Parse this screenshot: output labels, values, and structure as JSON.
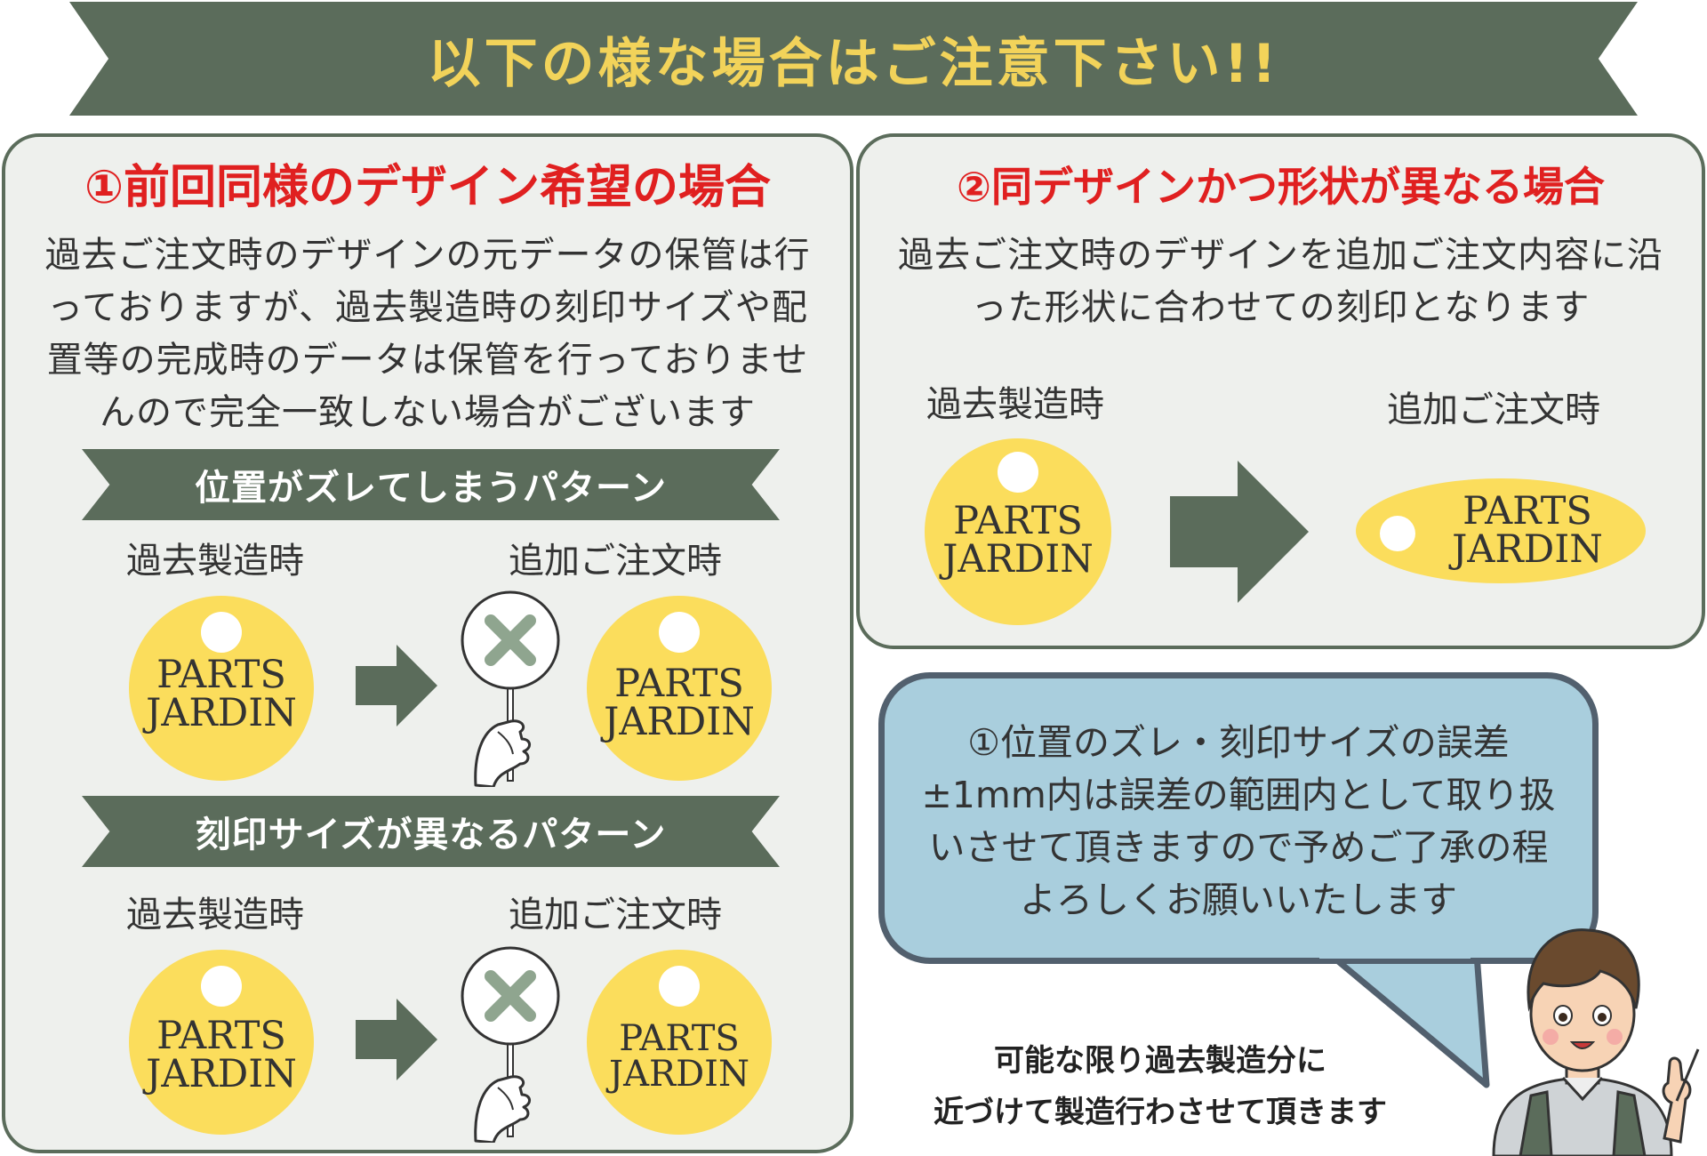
{
  "banner": {
    "title": "以下の様な場合はご注意下さい!!"
  },
  "section1": {
    "title": "①前回同様のデザイン希望の場合",
    "body_lines": [
      "過去ご注文時のデザインの元データの保管は行",
      "っておりますが、過去製造時の刻印サイズや配",
      "置等の完成時のデータは保管を行っておりませ",
      "んので完全一致しない場合がございます"
    ],
    "pattern1": {
      "title": "位置がズレてしまうパターン",
      "label_past": "過去製造時",
      "label_new": "追加ご注文時"
    },
    "pattern2": {
      "title": "刻印サイズが異なるパターン",
      "label_past": "過去製造時",
      "label_new": "追加ご注文時"
    }
  },
  "section2": {
    "title": "②同デザインかつ形状が異なる場合",
    "body_lines": [
      "過去ご注文時のデザインを追加ご注文内容に沿",
      "った形状に合わせての刻印となります"
    ],
    "label_past": "過去製造時",
    "label_new": "追加ご注文時"
  },
  "tag_text": {
    "line1": "PARTS",
    "line2": "JARDIN"
  },
  "note": {
    "lines": [
      "①位置のズレ・刻印サイズの誤差",
      "±1mm内は誤差の範囲内として取り扱",
      "いさせて頂きますので予めご了承の程",
      "よろしくお願いいたします"
    ]
  },
  "closing": {
    "lines": [
      "可能な限り過去製造分に",
      "近づけて製造行わさせて頂きます"
    ]
  },
  "colors": {
    "accent_green": "#5b6c5b",
    "title_yellow": "#f2d35a",
    "title_red": "#e02020",
    "tag_yellow": "#fbdd5c",
    "bubble_blue": "#a9cedd"
  }
}
